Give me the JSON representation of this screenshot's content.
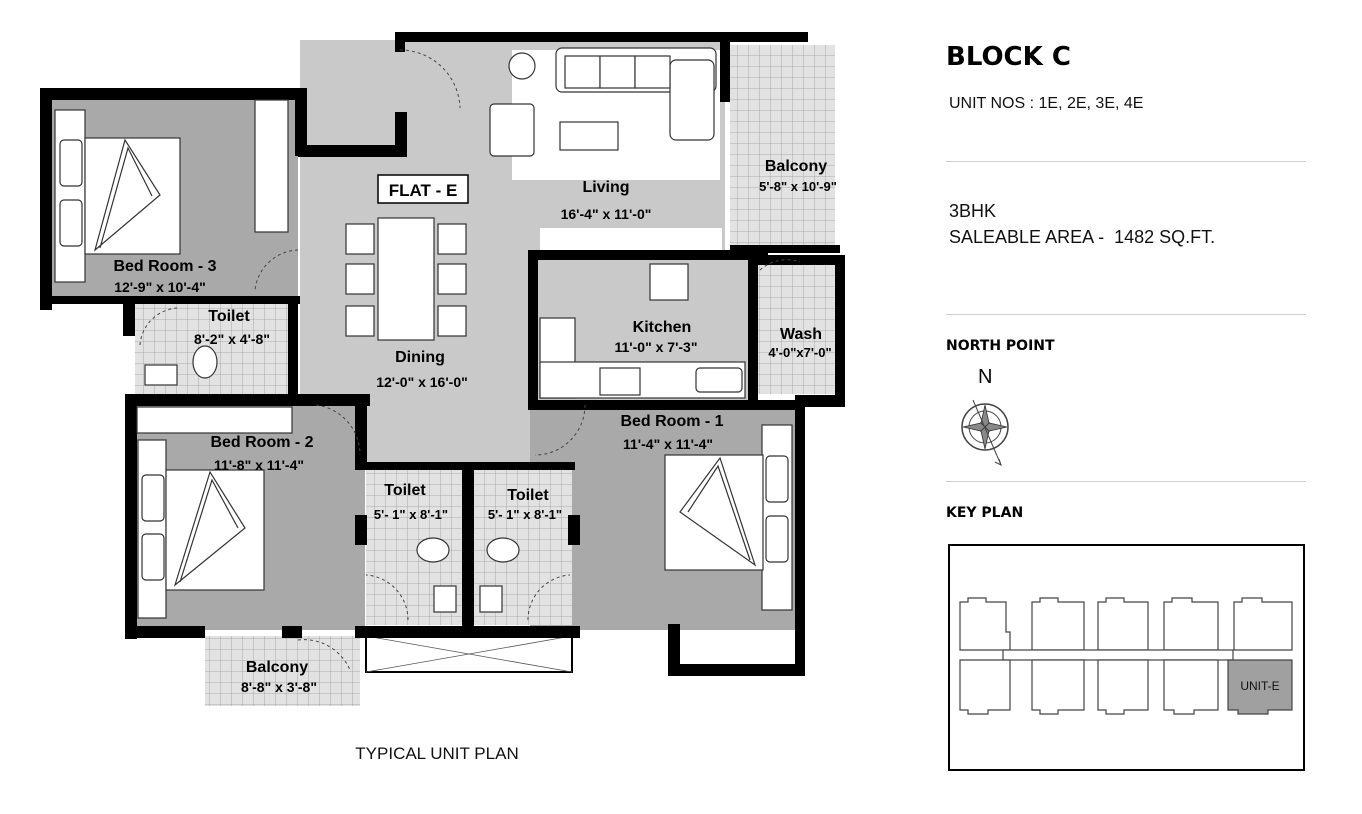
{
  "block_title": "BLOCK C",
  "unit_nos": "UNIT NOS : 1E, 2E, 3E, 4E",
  "unit_type": "3BHK",
  "saleable_area": "SALEABLE AREA -  1482 SQ.FT.",
  "north_point_heading": "NORTH POINT",
  "north_letter": "N",
  "key_plan_heading": "KEY PLAN",
  "key_plan_unit_label": "UNIT-E",
  "plan_caption": "TYPICAL UNIT PLAN",
  "flat_label": "FLAT - E",
  "rooms": {
    "living": {
      "name": "Living",
      "size": "16'-4\" x 11'-0\""
    },
    "balcony_top": {
      "name": "Balcony",
      "size": "5'-8\" x 10'-9\""
    },
    "bedroom3": {
      "name": "Bed Room - 3",
      "size": "12'-9\" x 10'-4\""
    },
    "toilet3": {
      "name": "Toilet",
      "size": "8'-2\" x 4'-8\""
    },
    "kitchen": {
      "name": "Kitchen",
      "size": "11'-0\" x 7'-3\""
    },
    "wash": {
      "name": "Wash",
      "size": "4'-0\"x7'-0\""
    },
    "dining": {
      "name": "Dining",
      "size": "12'-0\" x 16'-0\""
    },
    "bedroom2": {
      "name": "Bed Room - 2",
      "size": "11'-8\" x 11'-4\""
    },
    "bedroom1": {
      "name": "Bed Room - 1",
      "size": "11'-4\" x 11'-4\""
    },
    "toilet_a": {
      "name": "Toilet",
      "size": "5'- 1\" x 8'-1\""
    },
    "toilet_b": {
      "name": "Toilet",
      "size": "5'- 1\" x 8'-1\""
    },
    "balcony_bottom": {
      "name": "Balcony",
      "size": "8'-8\" x 3'-8\""
    }
  },
  "colors": {
    "wall": "#000000",
    "room_dark": "#a9a9a9",
    "room_light": "#c9c9c9",
    "tile": "#dcdcdc",
    "key_highlight": "#a0a0a0"
  }
}
